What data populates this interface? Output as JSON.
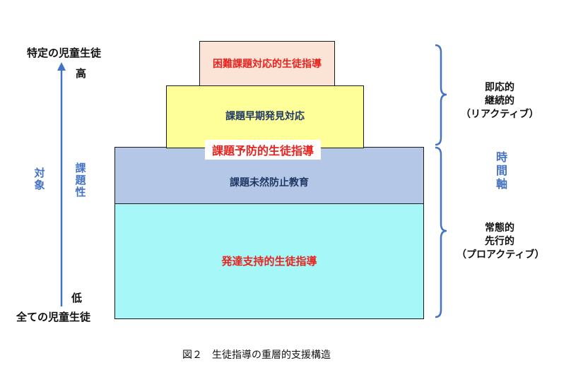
{
  "axis": {
    "top_label": "特定の児童生徒",
    "high": "高",
    "target": "対象",
    "issue": "課題性",
    "low": "低",
    "bottom_label": "全ての児童生徒"
  },
  "layers": {
    "top": "困難課題対応的生徒指導",
    "second": "課題早期発見対応",
    "prevention": "課題予防的生徒指導",
    "third": "課題未然防止教育",
    "base": "発達支持的生徒指導"
  },
  "right": {
    "reactive_line1": "即応的",
    "reactive_line2": "継続的",
    "reactive_line3": "（リアクティブ）",
    "time_axis": "時間軸",
    "proactive_line1": "常態的",
    "proactive_line2": "先行的",
    "proactive_line3": "（プロアクティブ）"
  },
  "caption": "図２　生徒指導の重層的支援構造",
  "colors": {
    "top_fill": "#fbe4d5",
    "second_fill": "#ffff99",
    "third_fill": "#b4c7e7",
    "base_fill": "#a6f7f7",
    "accent_red": "#e8231f",
    "accent_blue": "#4472c4",
    "navy": "#1f3864"
  }
}
